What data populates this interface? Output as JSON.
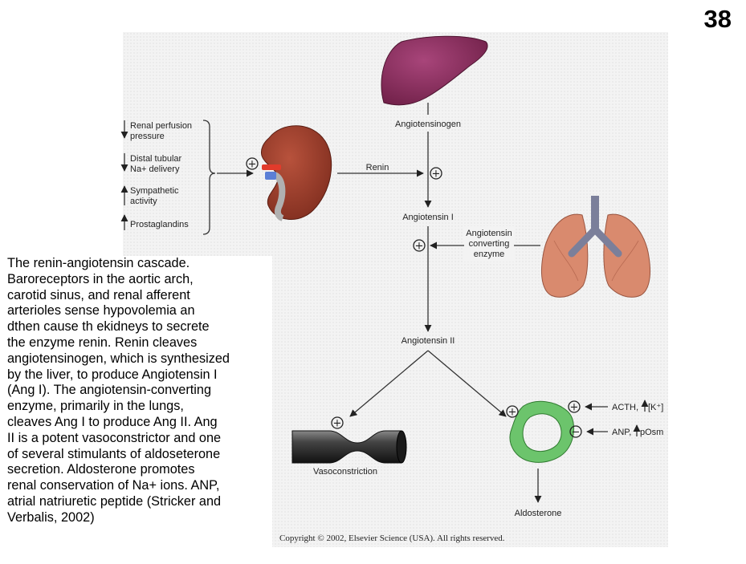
{
  "page_number": "38",
  "caption": "The renin-angiotensin cascade.\nBaroreceptors in the aortic arch,\ncarotid sinus, and renal afferent\narterioles sense hypovolemia an\ndthen cause th ekidneys to secrete\nthe enzyme renin. Renin cleaves\nangiotensinogen, which is synthesized\nby the liver, to produce Angiotensin I\n(Ang I). The angiotensin-converting\nenzyme, primarily in the lungs,\ncleaves Ang I to produce Ang II. Ang\nII is a potent vasoconstrictor and one\nof several stimulants of aldoseterone\nsecretion. Aldosterone  promotes\nrenal conservation of Na+ ions. ANP,\natrial natriuretic peptide (Stricker and\nVerbalis, 2002)",
  "stimuli": [
    {
      "direction": "down",
      "line1": "Renal perfusion",
      "line2": "pressure"
    },
    {
      "direction": "down",
      "line1": "Distal tubular",
      "line2": "Na+ delivery"
    },
    {
      "direction": "up",
      "line1": "Sympathetic",
      "line2": "activity"
    },
    {
      "direction": "up",
      "line1": "Prostaglandins",
      "line2": ""
    }
  ],
  "nodes": {
    "angiotensinogen": "Angiotensinogen",
    "renin": "Renin",
    "angiotensin_1": "Angiotensin I",
    "ace_line1": "Angiotensin",
    "ace_line2": "converting",
    "ace_line3": "enzyme",
    "angiotensin_2": "Angiotensin II",
    "vasoconstriction": "Vasoconstriction",
    "aldosterone": "Aldosterone"
  },
  "modulators": {
    "acth_prefix": "ACTH,",
    "acth_suffix": "[K⁺]",
    "anp_prefix": "ANP,",
    "anp_suffix": "pOsm"
  },
  "signs": {
    "plus": "+",
    "minus": "−"
  },
  "copyright": "Copyright © 2002, Elsevier Science (USA). All rights reserved.",
  "colors": {
    "liver": "#8e2c5c",
    "kidney": "#9b3a2a",
    "lung": "#d98a6e",
    "bronchi": "#7b7f9a",
    "adrenal": "#6cc46c",
    "vessel": "#3a3a3a"
  }
}
